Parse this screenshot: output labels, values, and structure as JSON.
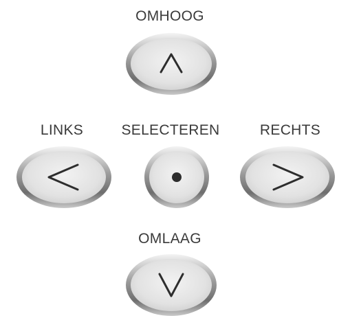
{
  "labels": {
    "up": "OMHOOG",
    "left": "LINKS",
    "select": "SELECTEREN",
    "right": "RECHTS",
    "down": "OMLAAG"
  },
  "icons": {
    "up": "chevron-up-icon",
    "left": "chevron-left-icon",
    "select": "dot-icon",
    "right": "chevron-right-icon",
    "down": "chevron-down-icon"
  },
  "colors": {
    "label": "#3a3a3a",
    "button_face": "#e6e6e6",
    "button_ring": "#8c8c8c",
    "glyph": "#2e2e2e"
  }
}
